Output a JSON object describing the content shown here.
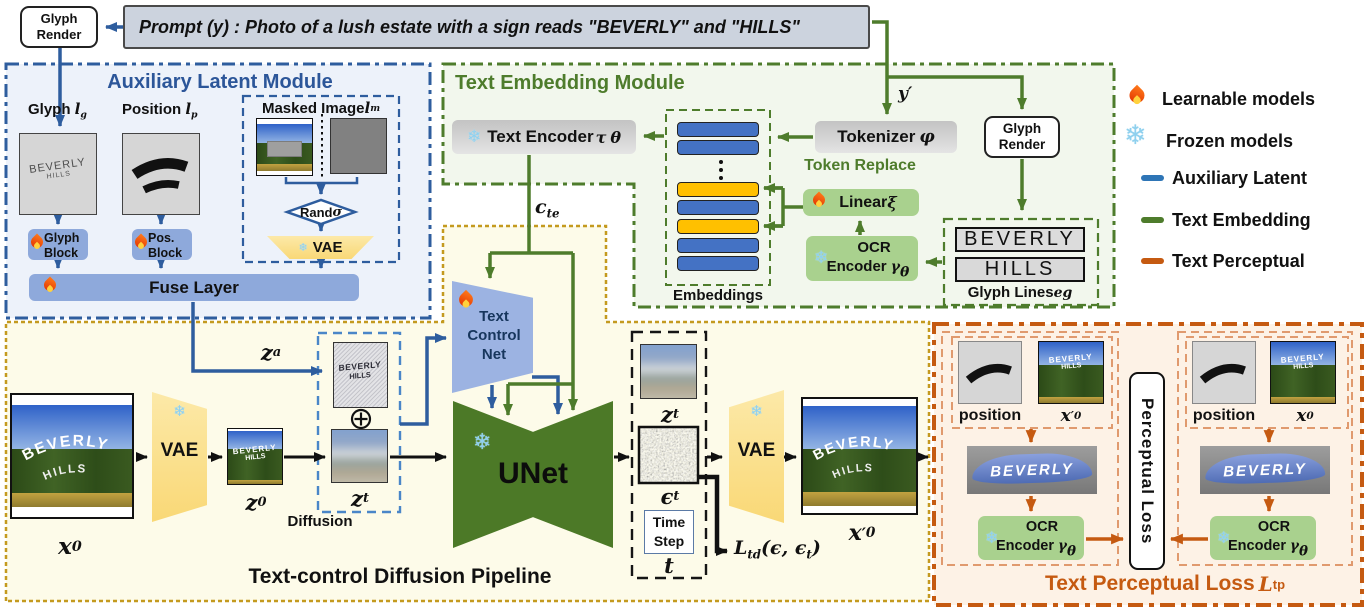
{
  "icons": {
    "snowflake": "❄"
  },
  "top": {
    "glyph_render": "Glyph Render",
    "prompt": "Prompt (y) :  Photo of a lush estate with a sign reads \"BEVERLY\" and \"HILLS\""
  },
  "legend": {
    "learnable": "Learnable models",
    "frozen": "Frozen models",
    "aux": "Auxiliary Latent",
    "embedding": "Text Embedding",
    "perceptual": "Text Perceptual"
  },
  "aux": {
    "title": "Auxiliary Latent Module",
    "glyph_label": "Glyph ",
    "glyph_sym": "l",
    "glyph_sub": "g",
    "pos_label": "Position ",
    "pos_sym": "l",
    "pos_sub": "p",
    "masked_label": "Masked Image ",
    "masked_sym": "l",
    "masked_sub": "m",
    "glyph_img1": "BEVERLY",
    "glyph_img2": "HILLS",
    "rand_label": "Rand ",
    "sigma": "σ",
    "vae": "VAE",
    "glyph_block": "Glyph Block",
    "pos_block": "Pos. Block",
    "fuse": "Fuse Layer"
  },
  "tem": {
    "title": "Text Embedding Module",
    "text_encoder": "Text Encoder ",
    "tau": "τ",
    "theta": "θ",
    "tokenizer": "Tokenizer ",
    "phi": "φ",
    "token_replace": "Token Replace",
    "glyph_render": "Glyph Render",
    "y_prime": "y′",
    "embeddings": "Embeddings",
    "linear": "Linear ",
    "xi": "ξ",
    "ocr_line1": "OCR",
    "ocr_line2": "Encoder ",
    "gamma": "γ",
    "beverly": "BEVERLY",
    "hills": "HILLS",
    "glyph_lines": "Glyph Lines ",
    "e_sym": "e",
    "e_sub": "g",
    "c_sym": "c",
    "c_sub": "te"
  },
  "pipe": {
    "title": "Text-control Diffusion Pipeline",
    "x_sym": "x",
    "z_sym": "z",
    "zero_sub": "0",
    "a_sub": "a",
    "t_sub": "t",
    "prime": "′",
    "vae": "VAE",
    "diffusion": "Diffusion",
    "controlnet": "Text Control Net",
    "unet": "UNet",
    "eps_sym": "ϵ",
    "time_step": "Time Step",
    "t_sym": "t",
    "L_sym": "L",
    "td_sub": "td",
    "ltd_open": "(ϵ, ϵ",
    "ltd_close": ")",
    "sign1": "BEVERLY",
    "sign2": "HILLS"
  },
  "tpl": {
    "title": "Text Perceptual Loss ",
    "L_sym": "L",
    "tp_sub": "tp",
    "perceptual_loss": "Perceptual Loss",
    "position": "position",
    "beverly": "BEVERLY",
    "ocr_line1": "OCR",
    "ocr_line2": "Encoder ",
    "gamma": "γ",
    "theta": "θ"
  }
}
